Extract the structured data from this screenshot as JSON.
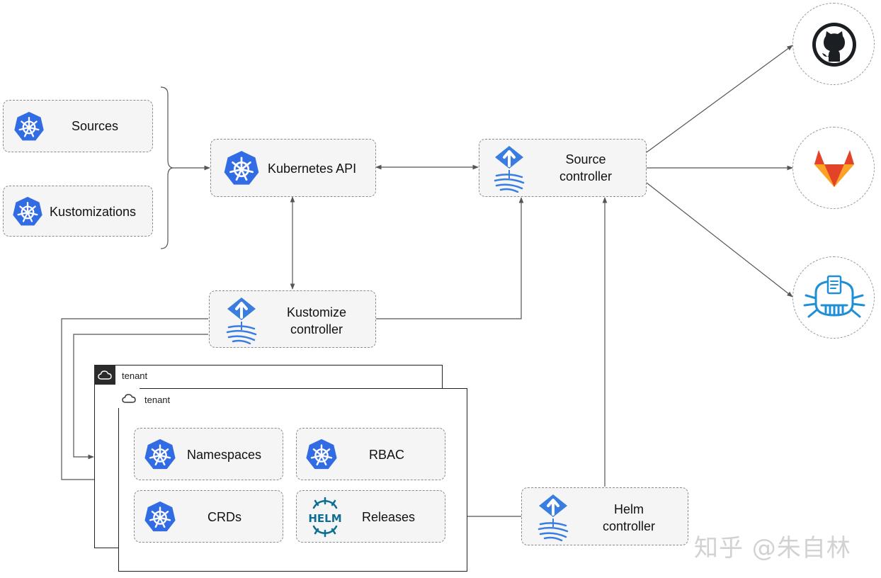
{
  "nodes": {
    "sources": "Sources",
    "kustomizations": "Kustomizations",
    "kubernetes_api": "Kubernetes API",
    "source_controller": [
      "Source",
      "controller"
    ],
    "kustomize_controller": [
      "Kustomize",
      "controller"
    ],
    "helm_controller": [
      "Helm",
      "controller"
    ],
    "namespaces": "Namespaces",
    "rbac": "RBAC",
    "crds": "CRDs",
    "releases": "Releases"
  },
  "tenants": [
    "tenant",
    "tenant"
  ],
  "icons": {
    "kubernetes": "kubernetes-helm-wheel-icon",
    "flux": "flux-controller-icon",
    "helm": "helm-logo-icon",
    "github": "github-icon",
    "gitlab": "gitlab-icon",
    "bucket": "bucket-icon",
    "cloud": "cloud-icon"
  },
  "helm_logo_text": "HELM",
  "watermark": "知乎 @朱自林",
  "colors": {
    "k8s_blue": "#326ce5",
    "flux_blue": "#3a7de0",
    "helm_teal": "#0f6f92",
    "gitlab_orange": "#fc6d26",
    "node_bg": "#f5f5f5",
    "arrow": "#555555"
  }
}
